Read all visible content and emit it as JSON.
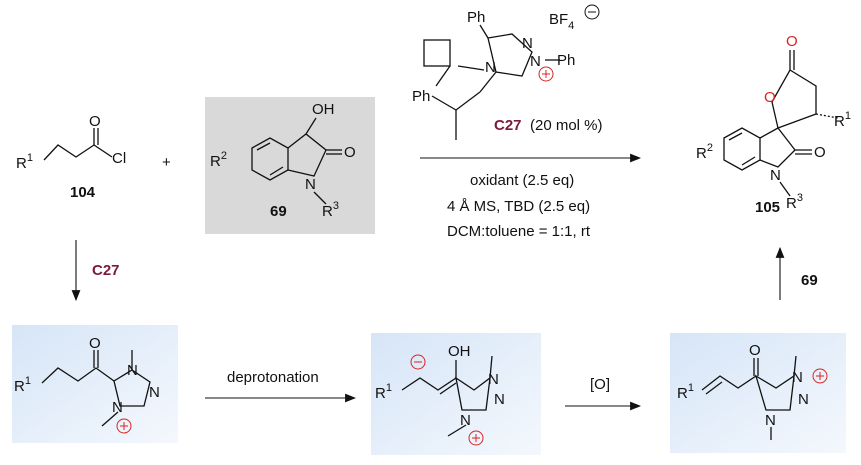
{
  "scheme": {
    "reagent_104": {
      "r_group": "R",
      "r_sup": "1",
      "o": "O",
      "cl": "Cl",
      "label": "104"
    },
    "plus": "+",
    "reagent_69": {
      "r_group": "R",
      "r_sup_2": "2",
      "r_sup_3": "3",
      "oh": "OH",
      "o": "O",
      "n": "N",
      "label": "69"
    },
    "catalyst": {
      "ph_top": "Ph",
      "ph_left": "Ph",
      "ph_right": "Ph",
      "counterion": "BF",
      "counterion_sub": "4",
      "n1": "N",
      "n2": "N",
      "n3": "N",
      "name": "C27",
      "loading": "(20 mol %)"
    },
    "conditions": {
      "line1": "oxidant (2.5 eq)",
      "line2": "4 Å MS, TBD (2.5 eq)",
      "line3": "DCM:toluene = 1:1, rt"
    },
    "product_105": {
      "r_group": "R",
      "r_sup_1": "1",
      "r_sup_2": "2",
      "r_sup_3": "3",
      "o_top": "O",
      "o_ring": "O",
      "o_amide": "O",
      "n": "N",
      "label": "105"
    },
    "step_down_label": "C27",
    "step_up_label": "69",
    "intermediate_1": {
      "r_group": "R",
      "r_sup": "1",
      "o": "O",
      "n": "N"
    },
    "step_deprotonation": "deprotonation",
    "intermediate_2": {
      "r_group": "R",
      "r_sup": "1",
      "oh": "OH",
      "n": "N"
    },
    "step_oxidation": "[O]",
    "intermediate_3": {
      "r_group": "R",
      "r_sup": "1",
      "o": "O",
      "n": "N"
    },
    "colors": {
      "catalyst_label": "#7a1a3c",
      "charge": "#d82424",
      "new_bond": "#16c21c",
      "box_grey": "#d9d9d9",
      "box_blue": "#e4eefa"
    }
  }
}
